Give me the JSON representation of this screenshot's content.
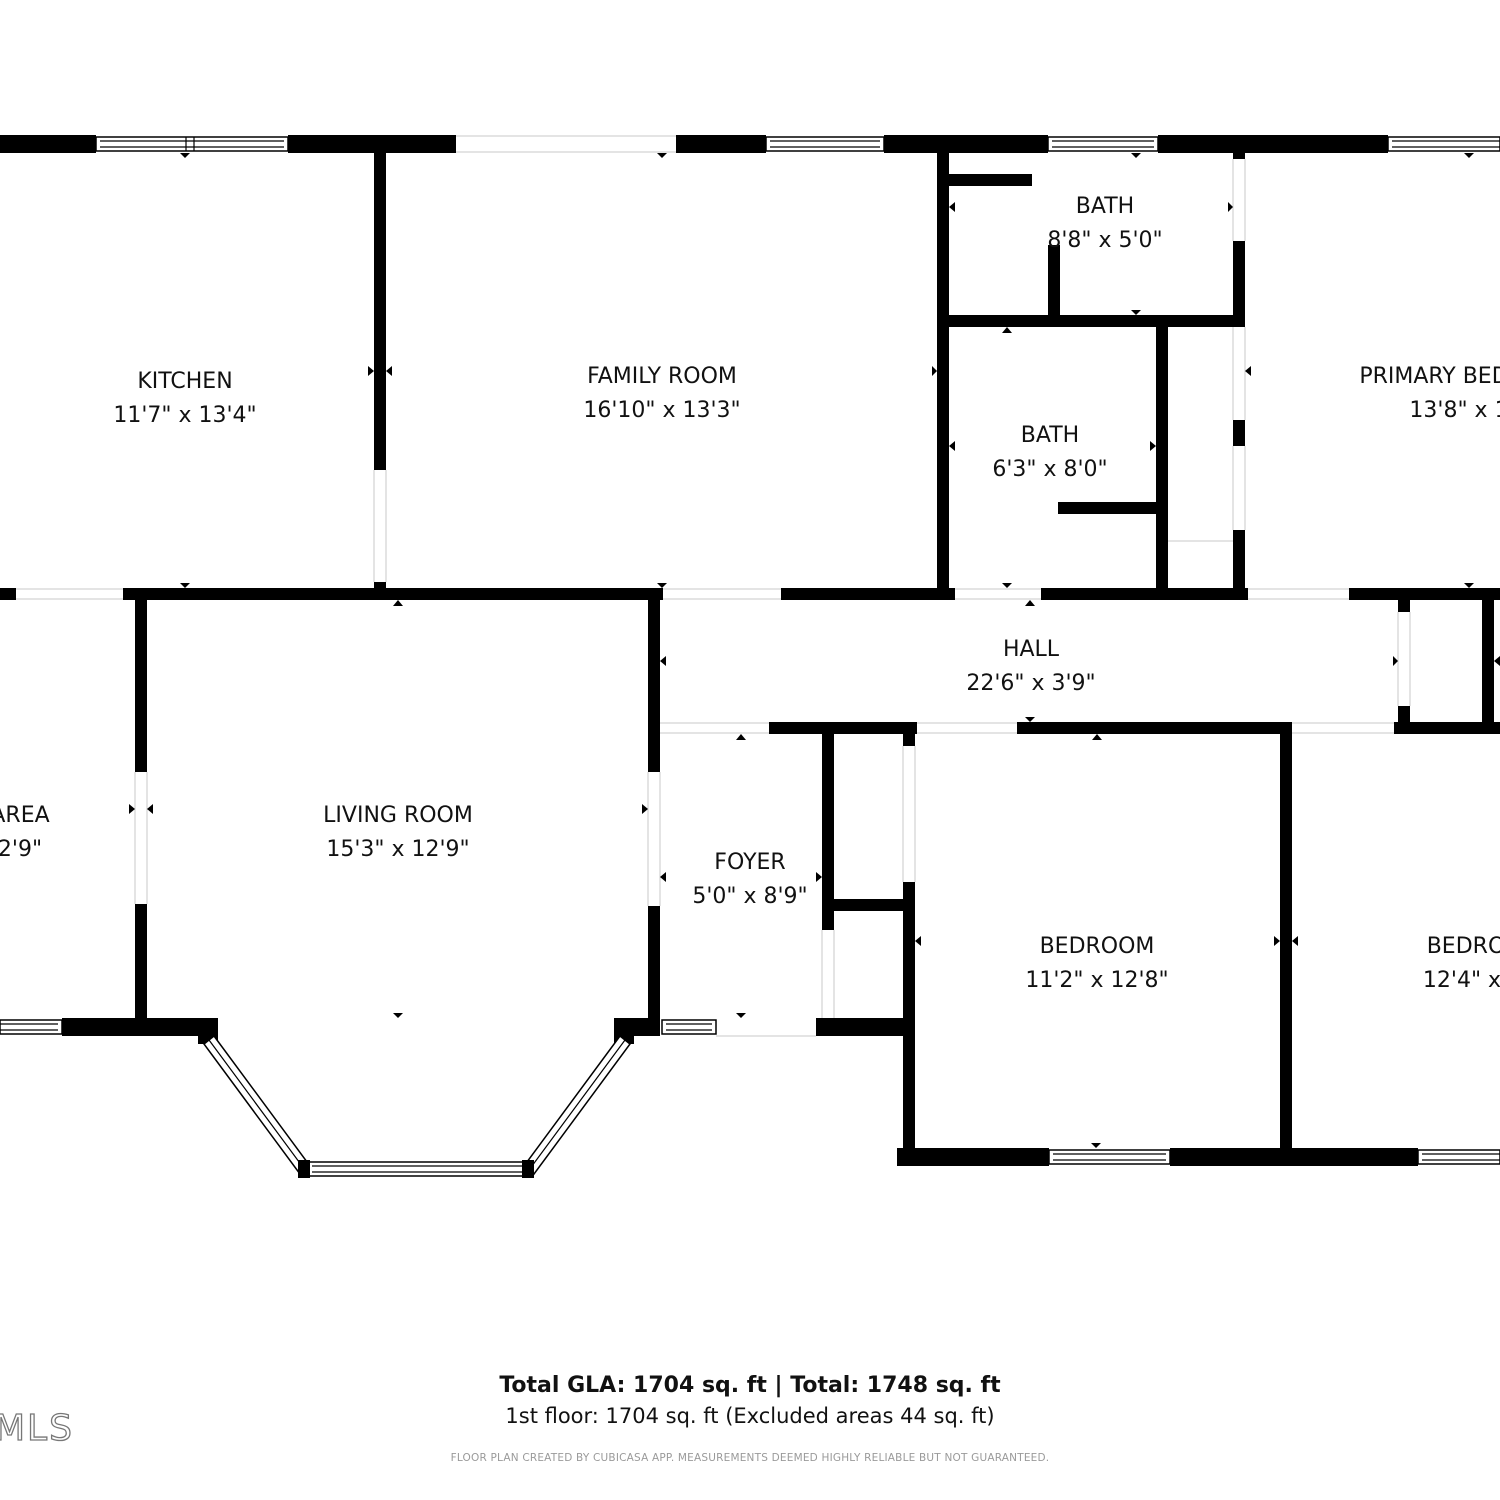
{
  "rooms": [
    {
      "name": "KITCHEN",
      "dim": "11'7\" x 13'4\""
    },
    {
      "name": "FAMILY ROOM",
      "dim": "16'10\" x 13'3\""
    },
    {
      "name": "BATH",
      "dim": "8'8\" x 5'0\""
    },
    {
      "name": "BATH",
      "dim": "6'3\" x 8'0\""
    },
    {
      "name": "PRIMARY BED",
      "dim": "13'8\" x 13"
    },
    {
      "name": "HALL",
      "dim": "22'6\" x 3'9\""
    },
    {
      "name": "AREA",
      "dim": "2'9\""
    },
    {
      "name": "LIVING ROOM",
      "dim": "15'3\" x 12'9\""
    },
    {
      "name": "FOYER",
      "dim": "5'0\" x 8'9\""
    },
    {
      "name": "BEDROOM",
      "dim": "11'2\" x 12'8\""
    },
    {
      "name": "BEDRO",
      "dim": "12'4\" x"
    }
  ],
  "footer": {
    "total_line": "Total GLA: 1704 sq. ft | Total: 1748 sq. ft",
    "floor_line": "1st floor: 1704 sq. ft (Excluded areas 44 sq. ft)",
    "disclaimer": "FLOOR PLAN CREATED BY CUBICASA APP. MEASUREMENTS DEEMED HIGHLY RELIABLE BUT NOT GUARANTEED.",
    "watermark": "MLS"
  }
}
